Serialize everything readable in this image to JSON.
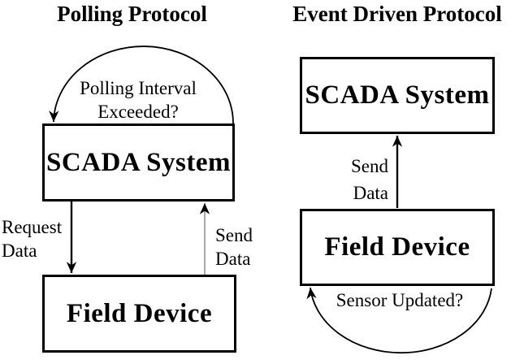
{
  "colors": {
    "ink": "#000000",
    "background": "#ffffff",
    "thin_arrow_line": "#8a8a8a"
  },
  "polling": {
    "title": "Polling Protocol",
    "loop_label": {
      "line1": "Polling Interval",
      "line2": "Exceeded?"
    },
    "scada_label": "SCADA System",
    "field_label": "Field Device",
    "request_label": {
      "line1": "Request",
      "line2": "Data"
    },
    "send_label": {
      "line1": "Send",
      "line2": "Data"
    }
  },
  "event": {
    "title": "Event Driven Protocol",
    "scada_label": "SCADA System",
    "field_label": "Field Device",
    "send_label": {
      "line1": "Send",
      "line2": "Data"
    },
    "loop_label": "Sensor Updated?"
  }
}
